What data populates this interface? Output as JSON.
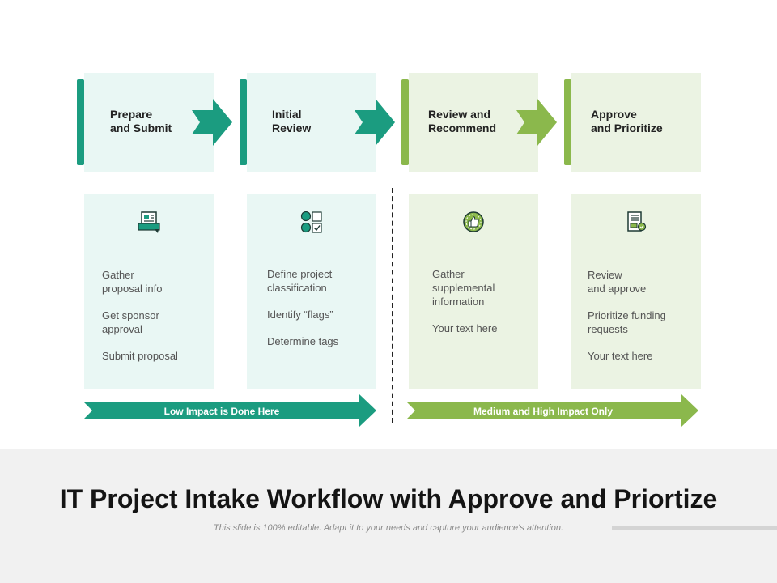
{
  "colors": {
    "teal": "#1b9c80",
    "green": "#8bb84c",
    "teal_light": "#e9f7f4",
    "green_light": "#ebf3e3"
  },
  "stages": [
    {
      "title": "Prepare\nand Submit",
      "icon": "submit-form-icon",
      "items": [
        "Gather\nproposal info",
        "Get sponsor\napproval",
        "Submit proposal"
      ]
    },
    {
      "title": "Initial\nReview",
      "icon": "classification-grid-icon",
      "items": [
        "Define project\nclassification",
        "Identify “flags”",
        "Determine tags"
      ]
    },
    {
      "title": "Review and\nRecommend",
      "icon": "thumbs-up-icon",
      "items": [
        "Gather\nsupplemental\ninformation",
        "Your text here"
      ]
    },
    {
      "title": "Approve\nand Prioritize",
      "icon": "approval-document-icon",
      "items": [
        "Review\nand approve",
        "Prioritize funding\nrequests",
        "Your text here"
      ]
    }
  ],
  "bands": {
    "left": "Low Impact is Done Here",
    "right": "Medium and High Impact Only"
  },
  "title": "IT Project Intake Workflow with Approve and Priortize",
  "subtitle": "This slide is 100% editable. Adapt it to your needs and capture your audience's attention."
}
